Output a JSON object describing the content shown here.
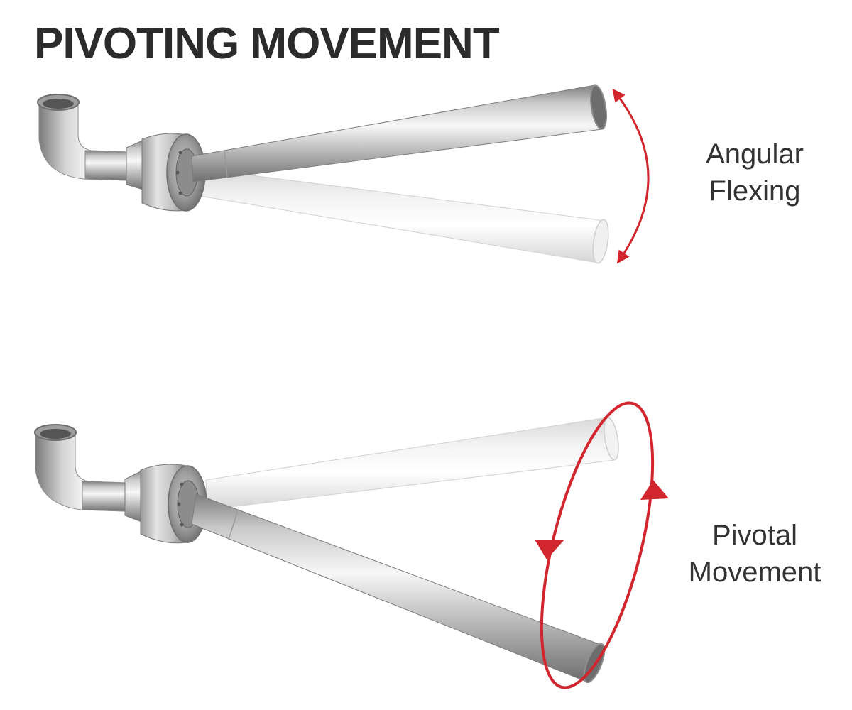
{
  "title": "PIVOTING MOVEMENT",
  "panels": [
    {
      "caption_line1": "Angular",
      "caption_line2": "Flexing",
      "arrow_type": "double-headed arc"
    },
    {
      "caption_line1": "Pivotal",
      "caption_line2": "Movement",
      "arrow_type": "rotation loop"
    }
  ],
  "colors": {
    "title": "#2b2b2b",
    "caption": "#333333",
    "arrow": "#d1262d",
    "metal_light": "#f2f2f2",
    "metal_dark": "#8a8a8a"
  }
}
